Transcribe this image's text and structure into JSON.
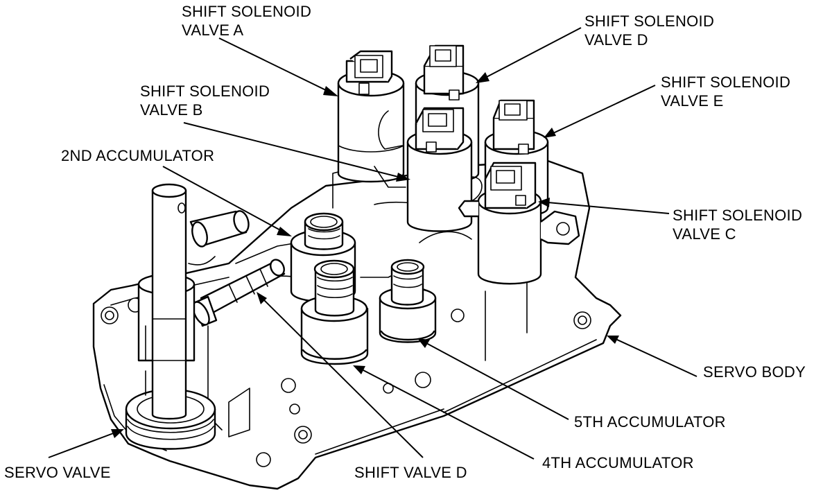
{
  "labels": {
    "solenoid_a": [
      "SHIFT SOLENOID",
      "VALVE A"
    ],
    "solenoid_d": [
      "SHIFT SOLENOID",
      "VALVE D"
    ],
    "solenoid_b": [
      "SHIFT SOLENOID",
      "VALVE B"
    ],
    "solenoid_e": [
      "SHIFT SOLENOID",
      "VALVE E"
    ],
    "accum_2nd": "2ND ACCUMULATOR",
    "solenoid_c": [
      "SHIFT SOLENOID",
      "VALVE C"
    ],
    "servo_body": "SERVO BODY",
    "accum_5th": "5TH ACCUMULATOR",
    "servo_valve": "SERVO VALVE",
    "shift_valve_d": "SHIFT VALVE D",
    "accum_4th": "4TH ACCUMULATOR"
  }
}
